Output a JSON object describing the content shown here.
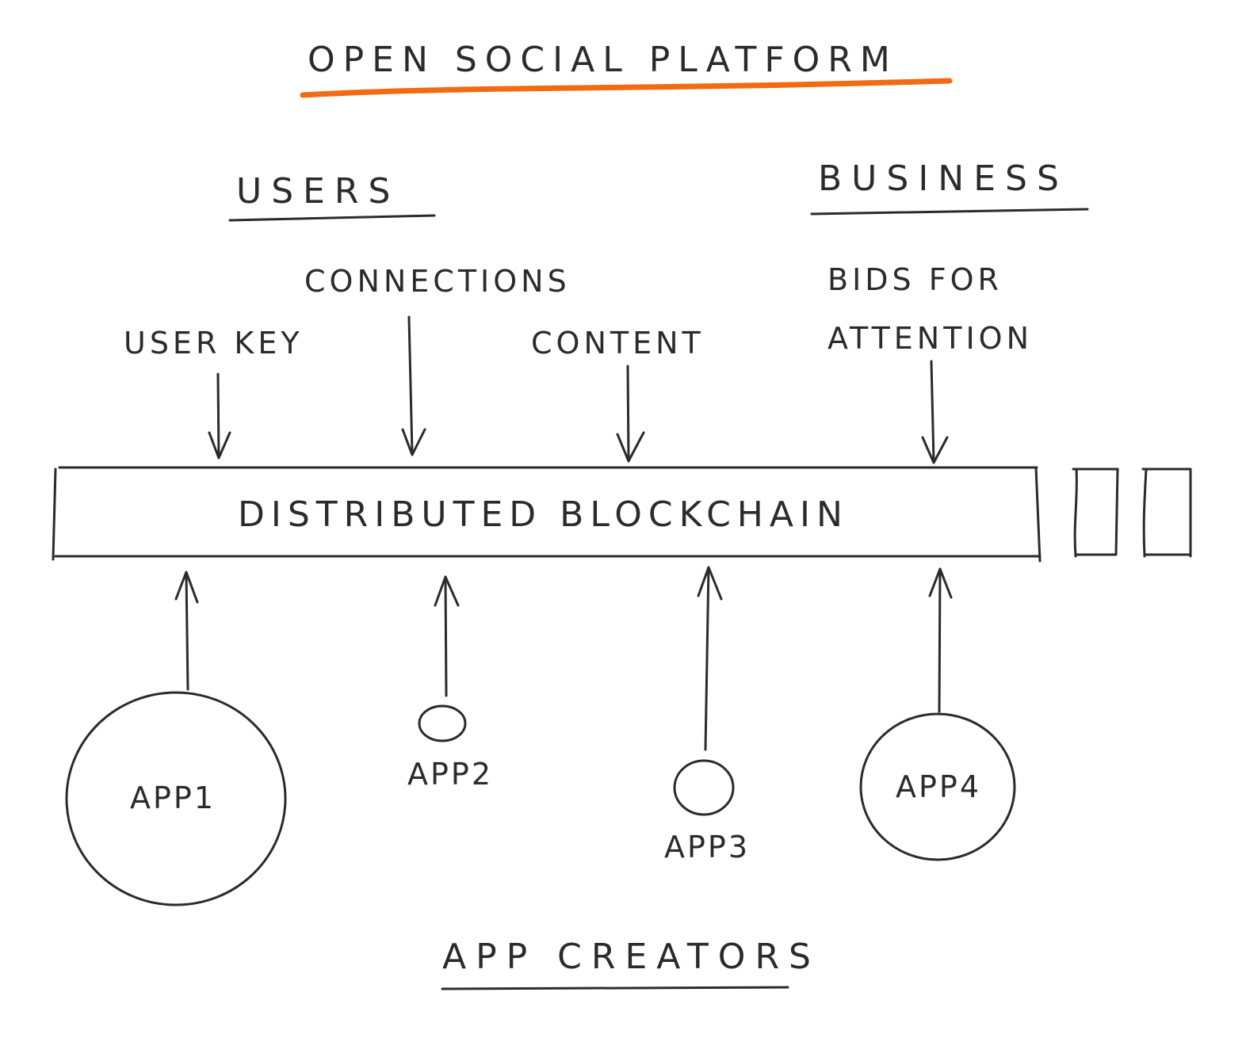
{
  "diagram": {
    "title": "OPEN SOCIAL PLATFORM",
    "accent_color": "#f26a12",
    "ink_color": "#2b2b2b",
    "groups": {
      "users": "USERS",
      "business": "BUSINESS",
      "app_creators": "APP CREATORS"
    },
    "inputs": [
      {
        "label": "USER KEY",
        "from": "users",
        "to": "blockchain"
      },
      {
        "label": "CONNECTIONS",
        "from": "users",
        "to": "blockchain"
      },
      {
        "label": "CONTENT",
        "from": "users",
        "to": "blockchain"
      },
      {
        "label_line1": "BIDS FOR",
        "label_line2": "ATTENTION",
        "from": "business",
        "to": "blockchain"
      }
    ],
    "blockchain": {
      "label": "DISTRIBUTED BLOCKCHAIN",
      "extra_blocks": 2
    },
    "apps": [
      {
        "label": "APP1",
        "size": "large"
      },
      {
        "label": "APP2",
        "size": "small"
      },
      {
        "label": "APP3",
        "size": "small"
      },
      {
        "label": "APP4",
        "size": "medium"
      }
    ]
  }
}
